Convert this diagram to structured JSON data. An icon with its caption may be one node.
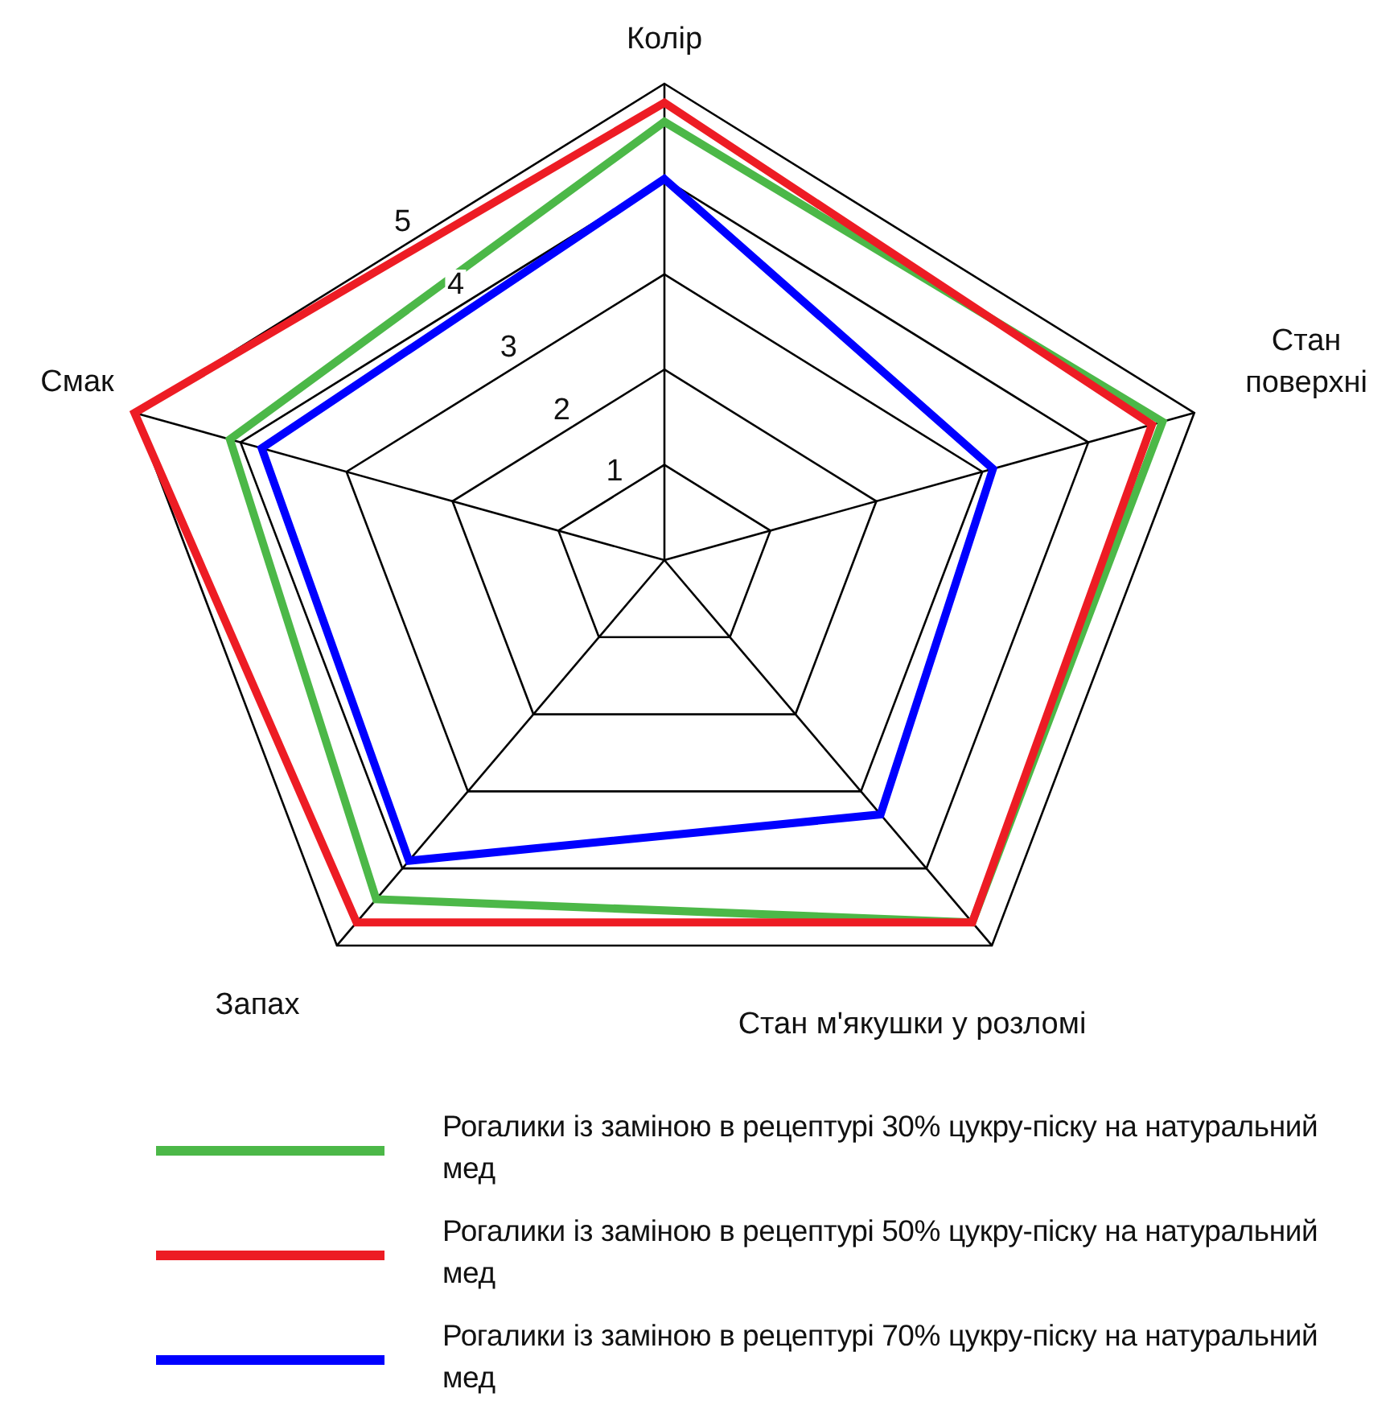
{
  "diagram": {
    "labels": [
      "Колір",
      "Стан поверхні",
      "Стан м'якушки у розломі",
      "Запах",
      "Смак",
      "1",
      "2",
      "3",
      "4",
      "5"
    ],
    "legend": [
      {
        "text": "Рогалики із заміною в рецептурі 30% цукру-піску на натуральний мед",
        "color": "#4cb848"
      },
      {
        "text": "Рогалики із заміною в рецептурі 50% цукру-піску на натуральний мед",
        "color": "#ed1c24"
      },
      {
        "text": "Рогалики із заміною в рецептурі 70% цукру-піску на натуральний мед",
        "color": "#0000ff"
      }
    ]
  }
}
